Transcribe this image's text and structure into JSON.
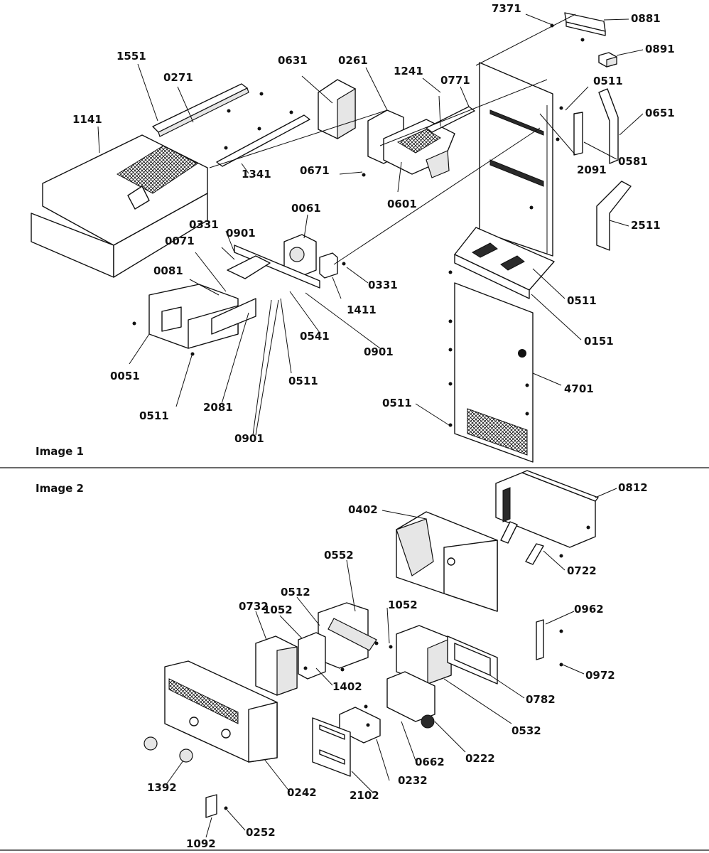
{
  "sections": [
    {
      "id": "image-1",
      "caption": "Image 1"
    },
    {
      "id": "image-2",
      "caption": "Image 2"
    }
  ],
  "labels": {
    "l7371": "7371",
    "l0881": "0881",
    "l0891": "0891",
    "l1551": "1551",
    "l0271": "0271",
    "l0631": "0631",
    "l0261": "0261",
    "l1241": "1241",
    "l0771": "0771",
    "l0511a": "0511",
    "l0651": "0651",
    "l1141": "1141",
    "l0581": "0581",
    "l2091": "2091",
    "l0671": "0671",
    "l0601": "0601",
    "l1341": "1341",
    "l2511": "2511",
    "l0061": "0061",
    "l0331a": "0331",
    "l0901a": "0901",
    "l0071": "0071",
    "l0081": "0081",
    "l0331b": "0331",
    "l1411": "1411",
    "l0511b": "0511",
    "l0151": "0151",
    "l0541": "0541",
    "l0901b": "0901",
    "l0051": "0051",
    "l0511c": "0511",
    "l0511d": "0511",
    "l2081": "2081",
    "l4701": "4701",
    "l0511e": "0511",
    "l0901c": "0901",
    "l0812": "0812",
    "l0402": "0402",
    "l0722": "0722",
    "l0552": "0552",
    "l0512": "0512",
    "l1052a": "1052",
    "l1052b": "1052",
    "l0732": "0732",
    "l0962": "0962",
    "l1402": "1402",
    "l0972": "0972",
    "l0782": "0782",
    "l0532": "0532",
    "l0662": "0662",
    "l0222": "0222",
    "l1392": "1392",
    "l0232": "0232",
    "l0242": "0242",
    "l2102": "2102",
    "l0252": "0252",
    "l1092": "1092"
  }
}
